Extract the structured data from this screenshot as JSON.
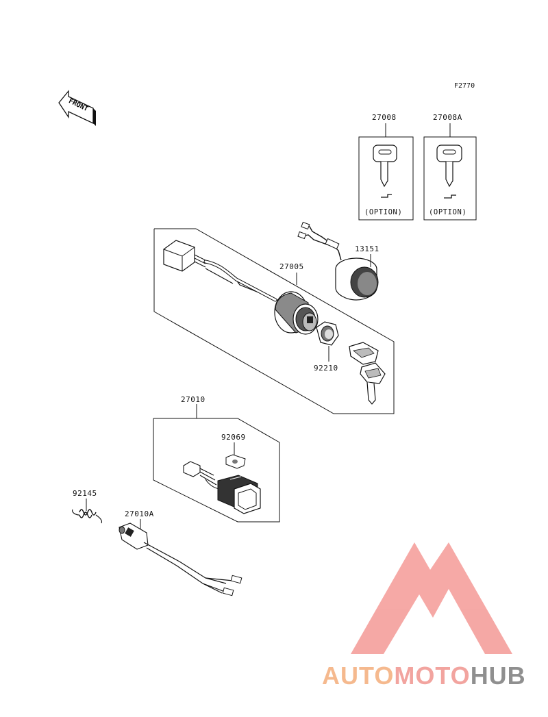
{
  "figure_code": "F2770",
  "front_arrow": "FRONT",
  "option_boxes": [
    {
      "part_number": "27008",
      "note": "(OPTION)"
    },
    {
      "part_number": "27008A",
      "note": "(OPTION)"
    }
  ],
  "parts": {
    "p27005": "27005",
    "p13151": "13151",
    "p92210": "92210",
    "p27010": "27010",
    "p92069": "92069",
    "p92145": "92145",
    "p27010A": "27010A"
  },
  "watermark": {
    "part1": "AUTO",
    "part2": "MOTO",
    "part3": "HUB",
    "colors": {
      "auto": "#f5b98e",
      "moto": "#f2a49f",
      "hub": "#8f8f8f",
      "logo": "#f49a96"
    }
  }
}
